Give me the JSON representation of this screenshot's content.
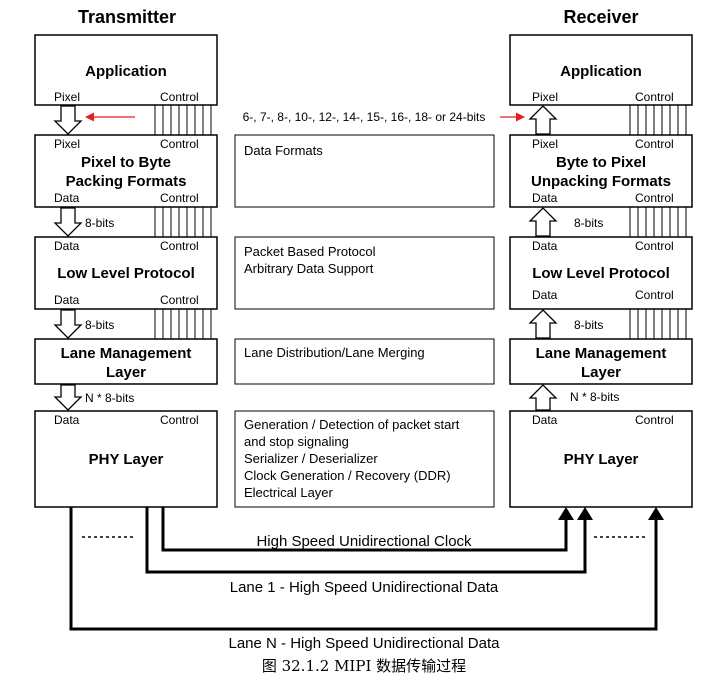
{
  "header": {
    "transmitter": "Transmitter",
    "receiver": "Receiver"
  },
  "tx": {
    "application": "Application",
    "app_pixel": "Pixel",
    "app_control": "Control",
    "packing_line1": "Pixel to Byte",
    "packing_line2": "Packing Formats",
    "packing_pixel": "Pixel",
    "packing_control": "Control",
    "packing_data": "Data",
    "packing_control2": "Control",
    "llp": "Low Level Protocol",
    "llp_data_top": "Data",
    "llp_control_top": "Control",
    "llp_data_bot": "Data",
    "llp_control_bot": "Control",
    "lane_line1": "Lane Management",
    "lane_line2": "Layer",
    "phy": "PHY Layer",
    "phy_data": "Data",
    "phy_control": "Control",
    "bits_1": "8-bits",
    "bits_2": "8-bits",
    "bits_3": "N * 8-bits"
  },
  "rx": {
    "application": "Application",
    "app_pixel": "Pixel",
    "app_control": "Control",
    "packing_line1": "Byte to Pixel",
    "packing_line2": "Unpacking Formats",
    "packing_pixel": "Pixel",
    "packing_control": "Control",
    "packing_data": "Data",
    "packing_control2": "Control",
    "llp": "Low Level Protocol",
    "llp_data_top": "Data",
    "llp_control_top": "Control",
    "llp_data_bot": "Data",
    "llp_control_bot": "Control",
    "lane_line1": "Lane Management",
    "lane_line2": "Layer",
    "phy": "PHY Layer",
    "phy_data": "Data",
    "phy_control": "Control",
    "bits_1": "8-bits",
    "bits_2": "8-bits",
    "bits_3": "N * 8-bits"
  },
  "pixel_formats": "6-, 7-, 8-, 10-, 12-, 14-, 15-, 16-, 18- or 24-bits",
  "descriptions": {
    "data_formats": "Data Formats",
    "packet_1": "Packet Based Protocol",
    "packet_2": "Arbitrary Data Support",
    "lane_dist": "Lane Distribution/Lane Merging",
    "phy_1": "Generation / Detection of packet start",
    "phy_2": "and stop signaling",
    "phy_3": "Serializer / Deserializer",
    "phy_4": "Clock Generation / Recovery (DDR)",
    "phy_5": "Electrical Layer"
  },
  "lanes": {
    "clock": "High Speed Unidirectional Clock",
    "lane1": "Lane 1 - High Speed Unidirectional Data",
    "laneN": "Lane N - High Speed Unidirectional Data"
  },
  "caption": "图 32.1.2 MIPI 数据传输过程",
  "colors": {
    "format_arrow": "#e81c1c"
  }
}
